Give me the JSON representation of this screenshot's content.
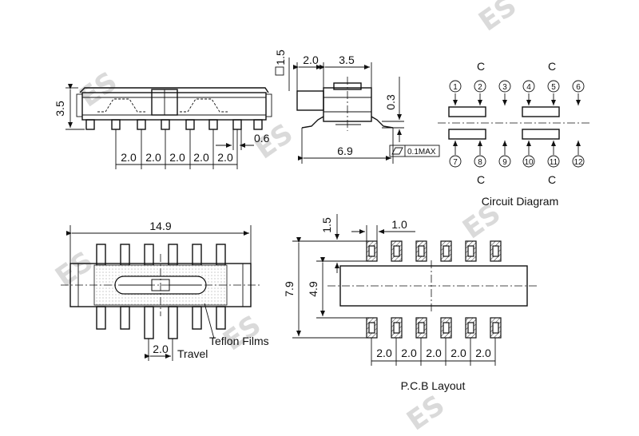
{
  "watermark": "ES",
  "side_view": {
    "height_label": "3.5",
    "pin_pitch_labels": [
      "2.0",
      "2.0",
      "2.0",
      "2.0",
      "2.0"
    ],
    "pin_width_label": "0.6"
  },
  "end_view": {
    "top_left_label": "2.0",
    "top_right_label": "3.5",
    "box_label": "1.5",
    "thickness_label": "0.3",
    "width_label": "6.9",
    "flatness_note": "0.1MAX"
  },
  "circuit": {
    "title": "Circuit Diagram",
    "common_top": [
      "C",
      "C"
    ],
    "common_bottom": [
      "C",
      "C"
    ],
    "top_pins": [
      "1",
      "2",
      "3",
      "4",
      "5",
      "6"
    ],
    "bottom_pins": [
      "7",
      "8",
      "9",
      "10",
      "11",
      "12"
    ]
  },
  "top_view": {
    "length_label": "14.9",
    "travel_value": "2.0",
    "travel_label": "Travel",
    "teflon_label": "Teflon Films"
  },
  "pcb": {
    "title": "P.C.B Layout",
    "pad_height_label": "1.5",
    "pad_width_label": "1.0",
    "outer_span_label": "7.9",
    "inner_span_label": "4.9",
    "pitch_labels": [
      "2.0",
      "2.0",
      "2.0",
      "2.0",
      "2.0"
    ]
  }
}
